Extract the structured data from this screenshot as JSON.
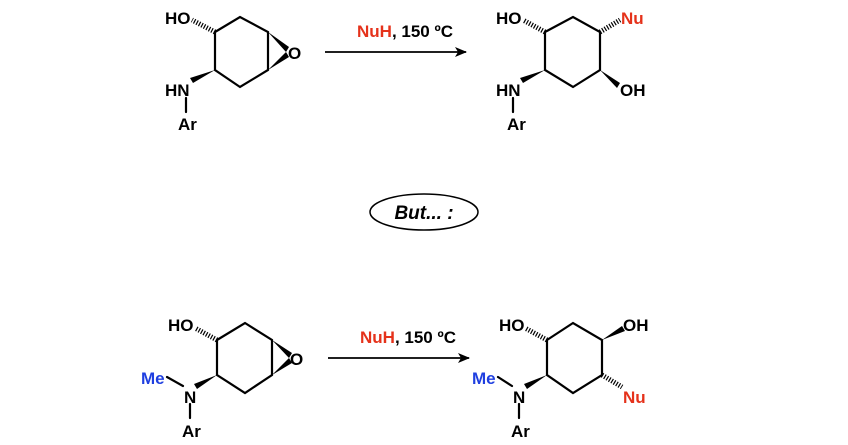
{
  "reagent": {
    "nucleophile": "NuH",
    "conditions": ", 150 ºC"
  },
  "middle_label": "But... :",
  "labels": {
    "ho": "HO",
    "oh": "OH",
    "o": "O",
    "hn": "HN",
    "n": "N",
    "ar": "Ar",
    "me": "Me",
    "nu": "Nu"
  },
  "colors": {
    "nucleophile": "#e5321b",
    "methyl": "#1f3fe0"
  }
}
